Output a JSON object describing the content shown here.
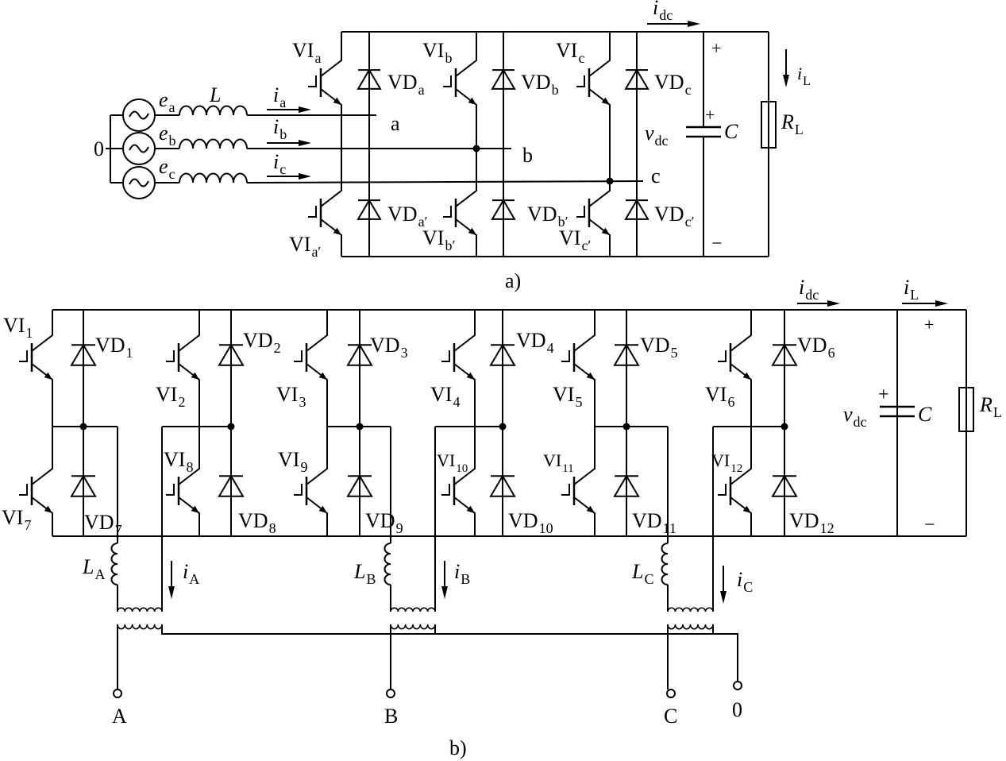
{
  "diagram_a": {
    "caption": "a)",
    "source_neutral": "0",
    "sources": [
      {
        "name": "e",
        "sub": "a"
      },
      {
        "name": "e",
        "sub": "b"
      },
      {
        "name": "e",
        "sub": "c"
      }
    ],
    "inductor": "L",
    "line_currents": [
      {
        "name": "i",
        "sub": "a"
      },
      {
        "name": "i",
        "sub": "b"
      },
      {
        "name": "i",
        "sub": "c"
      }
    ],
    "nodes": [
      "a",
      "b",
      "c"
    ],
    "upper_switches": [
      {
        "name": "VI",
        "sub": "a"
      },
      {
        "name": "VI",
        "sub": "b"
      },
      {
        "name": "VI",
        "sub": "c"
      }
    ],
    "lower_switches": [
      {
        "name": "VI",
        "sub": "a′"
      },
      {
        "name": "VI",
        "sub": "b′"
      },
      {
        "name": "VI",
        "sub": "c′"
      }
    ],
    "upper_diodes": [
      {
        "name": "VD",
        "sub": "a"
      },
      {
        "name": "VD",
        "sub": "b"
      },
      {
        "name": "VD",
        "sub": "c"
      }
    ],
    "lower_diodes": [
      {
        "name": "VD",
        "sub": "a′"
      },
      {
        "name": "VD",
        "sub": "b′"
      },
      {
        "name": "VD",
        "sub": "c′"
      }
    ],
    "dc_current": {
      "name": "i",
      "sub": "dc"
    },
    "dc_voltage": {
      "name": "v",
      "sub": "dc"
    },
    "capacitor": "C",
    "load_current": {
      "name": "i",
      "sub": "L"
    },
    "load": {
      "name": "R",
      "sub": "L"
    },
    "plus": "+",
    "cap_plus": "+",
    "minus": "−"
  },
  "diagram_b": {
    "caption": "b)",
    "upper_switches": [
      {
        "name": "VI",
        "sub": "1"
      },
      {
        "name": "VI",
        "sub": "2"
      },
      {
        "name": "VI",
        "sub": "3"
      },
      {
        "name": "VI",
        "sub": "4"
      },
      {
        "name": "VI",
        "sub": "5"
      },
      {
        "name": "VI",
        "sub": "6"
      }
    ],
    "lower_switches": [
      {
        "name": "VI",
        "sub": "7"
      },
      {
        "name": "VI",
        "sub": "8"
      },
      {
        "name": "VI",
        "sub": "9"
      },
      {
        "name": "VI",
        "sub": "10"
      },
      {
        "name": "VI",
        "sub": "11"
      },
      {
        "name": "VI",
        "sub": "12"
      }
    ],
    "upper_diodes": [
      {
        "name": "VD",
        "sub": "1"
      },
      {
        "name": "VD",
        "sub": "2"
      },
      {
        "name": "VD",
        "sub": "3"
      },
      {
        "name": "VD",
        "sub": "4"
      },
      {
        "name": "VD",
        "sub": "5"
      },
      {
        "name": "VD",
        "sub": "6"
      }
    ],
    "lower_diodes": [
      {
        "name": "VD",
        "sub": "7"
      },
      {
        "name": "VD",
        "sub": "8"
      },
      {
        "name": "VD",
        "sub": "9"
      },
      {
        "name": "VD",
        "sub": "10"
      },
      {
        "name": "VD",
        "sub": "11"
      },
      {
        "name": "VD",
        "sub": "12"
      }
    ],
    "dc_current": {
      "name": "i",
      "sub": "dc"
    },
    "load_current": {
      "name": "i",
      "sub": "L"
    },
    "dc_voltage": {
      "name": "v",
      "sub": "dc"
    },
    "capacitor": "C",
    "load": {
      "name": "R",
      "sub": "L"
    },
    "plus": "+",
    "cap_plus": "+",
    "minus": "−",
    "inductors": [
      {
        "name": "L",
        "sub": "A"
      },
      {
        "name": "L",
        "sub": "B"
      },
      {
        "name": "L",
        "sub": "C"
      }
    ],
    "phase_currents": [
      {
        "name": "i",
        "sub": "A"
      },
      {
        "name": "i",
        "sub": "B"
      },
      {
        "name": "i",
        "sub": "C"
      }
    ],
    "terminals": [
      "A",
      "B",
      "C",
      "0"
    ]
  }
}
